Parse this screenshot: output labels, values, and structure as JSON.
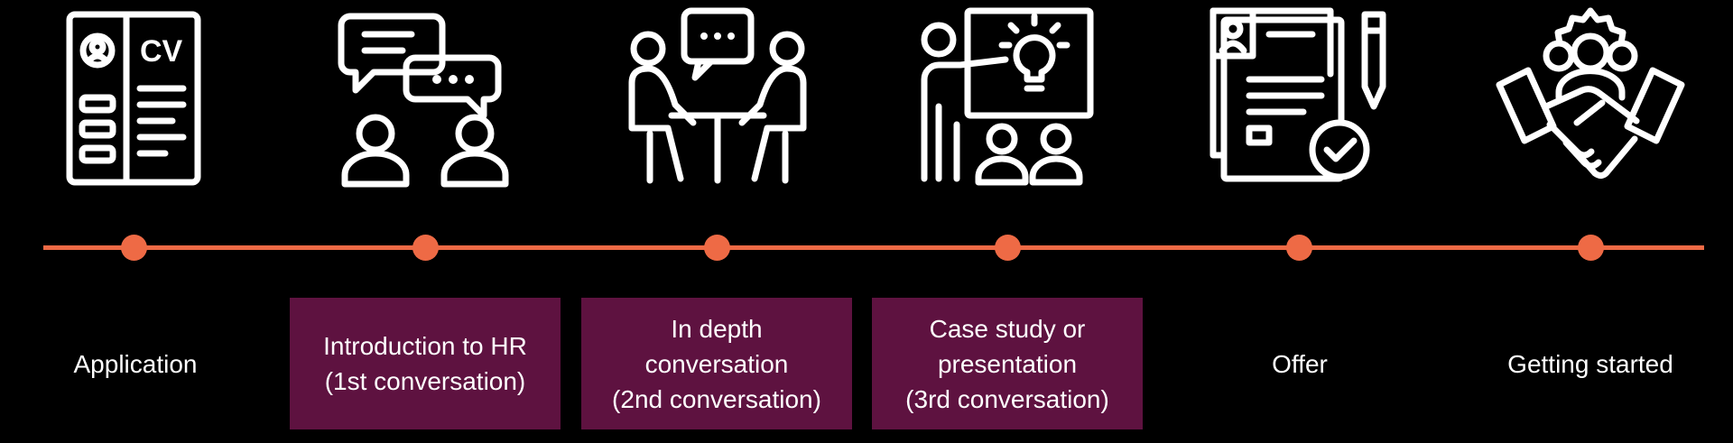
{
  "colors": {
    "background": "#000000",
    "timeline": "#ee6a45",
    "box": "#5e1240",
    "foreground": "#ffffff"
  },
  "steps": [
    {
      "label": "Application",
      "icon": "cv-document-icon",
      "icon_text": "CV",
      "boxed": false
    },
    {
      "label": "Introduction to HR\n(1st conversation)",
      "icon": "chat-between-people-icon",
      "boxed": true
    },
    {
      "label": "In depth\nconversation\n(2nd conversation)",
      "icon": "meeting-table-icon",
      "boxed": true
    },
    {
      "label": "Case study or\npresentation\n(3rd conversation)",
      "icon": "presentation-icon",
      "boxed": true
    },
    {
      "label": "Offer",
      "icon": "contract-approved-icon",
      "boxed": false
    },
    {
      "label": "Getting started",
      "icon": "team-handshake-icon",
      "boxed": false
    }
  ]
}
